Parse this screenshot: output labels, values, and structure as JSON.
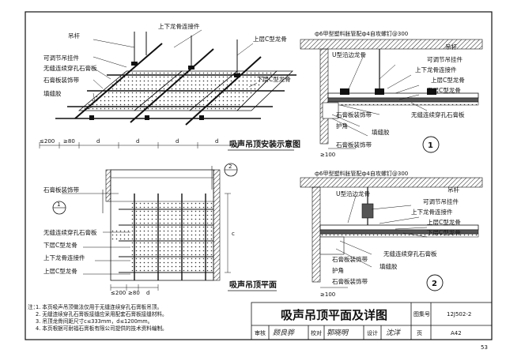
{
  "watermark": "",
  "detail1_labels": {
    "hanger": "吊杆",
    "adj_hanger_connector": "可调节吊挂件",
    "upper_joist_connector": "上下龙骨连接件",
    "upper_c_joist": "上层C型龙骨",
    "seamless_gypsum": "无缝连续穿孔石膏板",
    "gypsum_trim": "石膏板装饰带",
    "filler": "填缝胶",
    "lower_c_joist": "下层C型龙骨",
    "dims": [
      "≤200",
      "≥80",
      "d",
      "d",
      "d",
      "d"
    ],
    "caption": "吸声吊顶安装示意图"
  },
  "detail2_labels": {
    "gypsum_trim": "石膏板装饰带",
    "circle": "1",
    "seamless_gypsum": "无缝连续穿孔石膏板",
    "upper_joist_connector": "上下龙骨连接件",
    "lower_c_joist": "下层C型龙骨",
    "upper_c_joist": "上层C型龙骨",
    "dims": [
      "≤200",
      "≥80",
      "d"
    ],
    "dim_c": "c",
    "section_marker": "2",
    "caption": "吸声吊顶平面"
  },
  "detail_r1": {
    "screw": "ф6甲型塑料胀管配ф4自攻螺钉@300",
    "hanger": "吊杆",
    "u_edge": "U型沿边龙骨",
    "adj_hanger": "可调节吊挂件",
    "upper_connector": "上下龙骨连接件",
    "upper_c": "上层C型龙骨",
    "lower_c": "下层C型龙骨",
    "gypsum_trim": "石膏板装饰带",
    "seamless": "无缝连续穿孔石膏板",
    "corner": "护角",
    "filler": "填缝胶",
    "dim": "≥100",
    "number": "1"
  },
  "detail_r2": {
    "screw": "ф6甲型塑料胀管配ф4自攻螺钉@300",
    "hanger": "吊杆",
    "adj_hanger": "可调节吊挂件",
    "u_edge": "U型沿边龙骨",
    "upper_connector": "上下龙骨连接件",
    "upper_c": "上层C型龙骨",
    "lower_c": "下层C型龙骨",
    "seamless": "无缝连续穿孔石膏板",
    "gypsum_trim": "石膏板装饰带",
    "corner": "护角",
    "filler": "填缝胶",
    "dim": "≥100",
    "number": "2"
  },
  "notes": {
    "title": "注：",
    "lines": [
      "1. 本页吸声吊顶做法仅用于无缝连续穿孔石膏板吊顶。",
      "2. 无缝连续穿孔石膏板接缝应采用配套石膏板接缝材料。",
      "3. 吊顶龙骨间距尺寸c≤333mm，d≤1200mm。",
      "4. 本页根据可耐福石膏板有限公司提供的技术资料编制。"
    ]
  },
  "title_block": {
    "drawing_title": "吸声吊顶平面及详图",
    "atlas_label": "图集号",
    "atlas_no": "12J502-2",
    "review_label": "审核",
    "reviewer": "顾良骅",
    "check_label": "校对",
    "checker": "郭晓明",
    "design_label": "设计",
    "designer": "沈洋",
    "page_label": "页",
    "page_no": "A42",
    "sheet_page": "53"
  }
}
